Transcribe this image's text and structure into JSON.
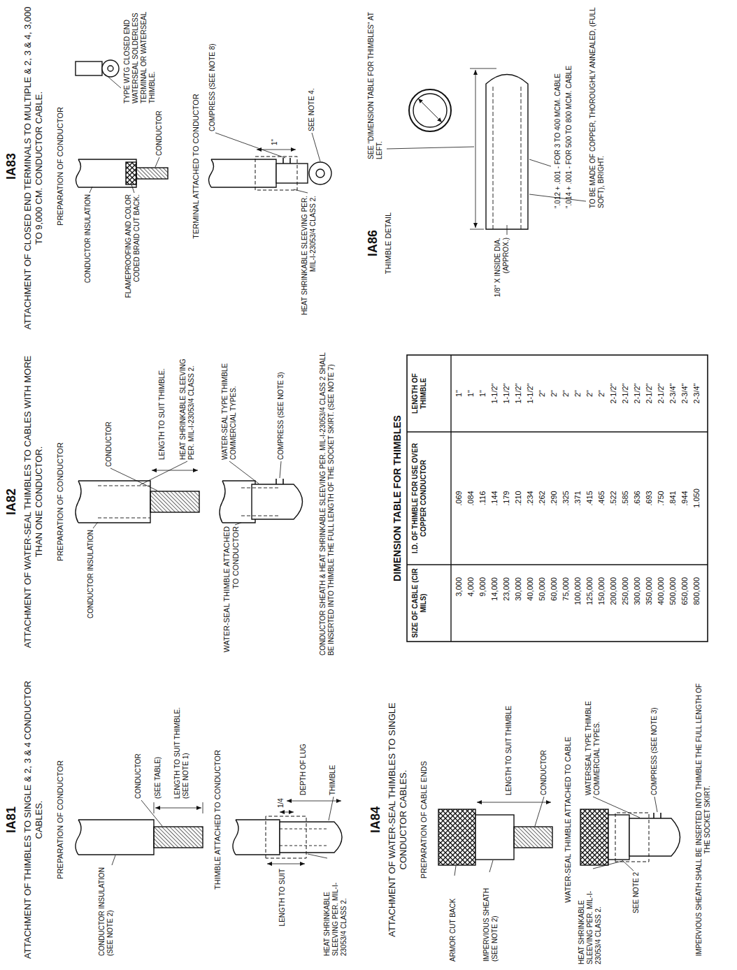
{
  "diagram": {
    "labels": [
      "IA81",
      "ATTACHMENT OF THIMBLES TO SINGLE & 2, 3 & 4 CONDUCTOR CABLES.",
      "PREPARATION OF CONDUCTOR",
      "CONDUCTOR INSULATION (SEE NOTE 2)",
      "CONDUCTOR",
      "(SEE TABLE)",
      "LENGTH TO SUIT THIMBLE. (SEE NOTE 1)",
      "THIMBLE ATTACHED TO CONDUCTOR",
      "THIMBLE",
      "1/4",
      "DEPTH OF LUG",
      "LENGTH TO SUIT",
      "HEAT SHRINKABLE SLEEVING PER. MIL-I-23053/4 CLASS 2.",
      "IA84",
      "ATTACHMENT OF WATER-SEAL THIMBLES TO SINGLE CONDUCTOR CABLES.",
      "PREPARATION OF CABLE ENDS",
      "IMPERVIOUS SHEATH (SEE NOTE 2)",
      "ARMOR CUT BACK",
      "CONDUCTOR",
      "LENGTH TO SUIT THIMBLE",
      "WATER-SEAL THIMBLE ATTACHED TO CABLE",
      "HEAT SHRINKABLE SLEEVING PER. MIL-I-23053/4 CLASS 2.",
      "WATERSEAL TYPE THIMBLE COMMERCIAL TYPES.",
      "SEE NOTE 2",
      "COMPRESS (SEE NOTE 3)",
      "IMPERVIOUS SHEATH SHALL BE INSERTED INTO THIMBLE THE FULL LENGTH OF THE SOCKET SKIRT.",
      "IA82",
      "ATTACHMENT OF WATER-SEAL THIMBLES TO CABLES WITH MORE THAN ONE CONDUCTOR.",
      "PREPARATION OF CONDUCTOR",
      "CONDUCTOR INSULATION",
      "CONDUCTOR",
      "LENGTH TO SUIT THIMBLE.",
      "HEAT SHRINKABLE SLEEVING PER. MIL-I-23053/4 CLASS 2.",
      "WATER-SEAL THIMBLE ATTACHED TO CONDUCTOR",
      "WATER-SEAL TYPE THIMBLE COMMERCIAL TYPES.",
      "COMPRESS (SEE NOTE 3)",
      "CONDUCTOR SHEATH & HEAT SHRINKABLE SLEEVING PER. MIL-I-23053/4 CLASS 2 SHALL BE INSERTED INTO THIMBLE THE FULL LENGTH OF THE SOCKET SKIRT. (SEE NOTE 7)",
      "IA83",
      "ATTACHMENT OF CLOSED END TERMINALS TO MULTIPLE & 2, 3 & 4, 3,000 TO 9,000 CM. CONDUCTOR CABLE.",
      "PREPARATION OF CONDUCTOR",
      "CONDUCTOR INSULATION",
      "CONDUCTOR",
      "FLAMEPROOFING AND COLOR CODED BRAID CUT BACK.",
      "TYPE WTG CLOSED END WATERSEAL SOLDERLESS TERMINAL OR WATERSEAL THIMBLE.",
      "TERMINAL ATTACHED TO CONDUCTOR",
      "COMPRESS (SEE NOTE 8)",
      "SEE NOTE 4.",
      "1\"",
      "HEAT SHRINKABLE SLEEVING PER. MIL-I-23053/4 CLASS 2.",
      "IA86",
      "THIMBLE DETAIL",
      "SEE \"DIMENSION TABLE FOR THIMBLES\" AT LEFT.",
      "1/8\" X INSIDE DIA. (APPROX.)",
      "\".012 + .001 - FOR 3 TO 400 MCM. CABLE",
      "\".014 + .001 - FOR 500 TO 800 MCM. CABLE",
      "TO BE MADE OF COPPER, THOROUGHLY ANNEALED, (FULL SOFT), BRIGHT.",
      "DIMENSION TABLE FOR THIMBLES",
      "SIZE OF CABLE (CIR MILS)",
      "I.D. OF THIMBLE FOR USE OVER COPPER CONDUCTOR",
      "LENGTH OF THIMBLE",
      "3,000",
      ".069",
      "1\"",
      "4,000",
      ".084",
      "1\"",
      "9,000",
      ".116",
      "1\"",
      "14,000",
      ".144",
      "1-1/2\"",
      "23,000",
      ".179",
      "1-1/2\"",
      "30,000",
      ".210",
      "1-1/2\"",
      "40,000",
      ".234",
      "1-1/2\"",
      "50,000",
      ".262",
      "2\"",
      "60,000",
      ".290",
      "2\"",
      "75,000",
      ".325",
      "2\"",
      "100,000",
      ".371",
      "2\"",
      "125,000",
      ".415",
      "2\"",
      "150,000",
      ".465",
      "2\"",
      "200,000",
      ".522",
      "2-1/2\"",
      "250,000",
      ".585",
      "2-1/2\"",
      "300,000",
      ".636",
      "2-1/2\"",
      "350,000",
      ".693",
      "2-1/2\"",
      "400,000",
      ".750",
      "2-1/2\"",
      "500,000",
      ".841",
      "2-3/4\"",
      "650,000",
      ".944",
      "2-3/4\"",
      "800,000",
      "1.050",
      "2-3/4\""
    ]
  }
}
